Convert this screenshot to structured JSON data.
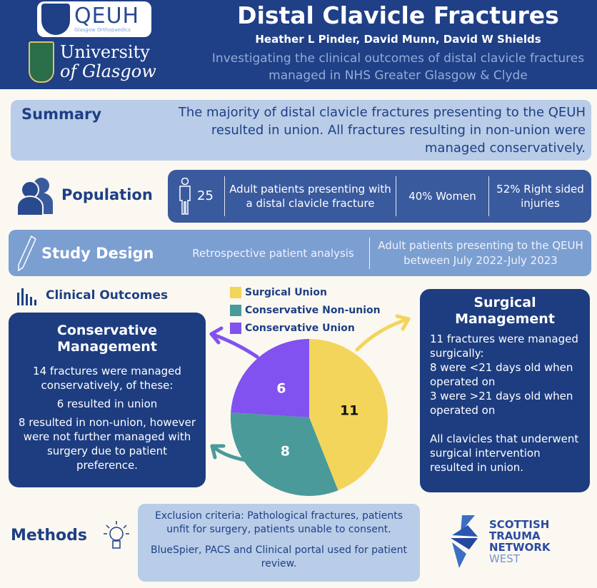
{
  "header": {
    "logo_qeuh": "QEUH",
    "logo_qeuh_sub": "Glasgow Orthopaedics",
    "logo_uog_line1": "University",
    "logo_uog_line2": "of Glasgow",
    "title": "Distal Clavicle Fractures",
    "authors": "Heather L Pinder, David Munn, David W Shields",
    "subtitle": "Investigating the clinical outcomes of distal clavicle fractures managed in NHS Greater Glasgow & Clyde"
  },
  "summary": {
    "heading": "Summary",
    "text": "The majority of distal clavicle fractures presenting to the QEUH resulted in union. All fractures resulting in non-union were managed conservatively."
  },
  "population": {
    "heading": "Population",
    "count": "25",
    "description": "Adult patients presenting with a distal clavicle fracture",
    "women": "40% Women",
    "right_sided": "52% Right sided injuries"
  },
  "study_design": {
    "heading": "Study Design",
    "type": "Retrospective patient analysis",
    "period": "Adult patients presenting to the QEUH between July 2022-July 2023"
  },
  "clinical_outcomes": {
    "heading": "Clinical Outcomes"
  },
  "conservative": {
    "heading": "Conservative Management",
    "p1": "14 fractures were managed conservatively, of these:",
    "p2": "6 resulted in union",
    "p3": "8 resulted in non-union, however were not further managed with surgery due to patient preference."
  },
  "surgical": {
    "heading": "Surgical Management",
    "p1": "11 fractures were managed surgically:",
    "p2": "8 were <21 days old when operated on",
    "p3": "3 were >21 days old when operated on",
    "p4": "All clavicles that underwent surgical intervention resulted in union."
  },
  "chart_data": {
    "type": "pie",
    "categories": [
      "Surgical Union",
      "Conservative Non-union",
      "Conservative Union"
    ],
    "values": [
      11,
      8,
      6
    ],
    "colors": [
      "#f3d55b",
      "#4a9a9a",
      "#8152f0"
    ],
    "label_colors": [
      "#111111",
      "#ffffff",
      "#ffffff"
    ]
  },
  "methods": {
    "heading": "Methods",
    "p1": "Exclusion criteria: Pathological fractures, patients unfit for surgery, patients unable to consent.",
    "p2": "BlueSpier, PACS and Clinical portal used for patient review."
  },
  "stn_logo": {
    "l1": "SCOTTISH",
    "l2": "TRAUMA",
    "l3": "NETWORK",
    "l4": "WEST"
  }
}
